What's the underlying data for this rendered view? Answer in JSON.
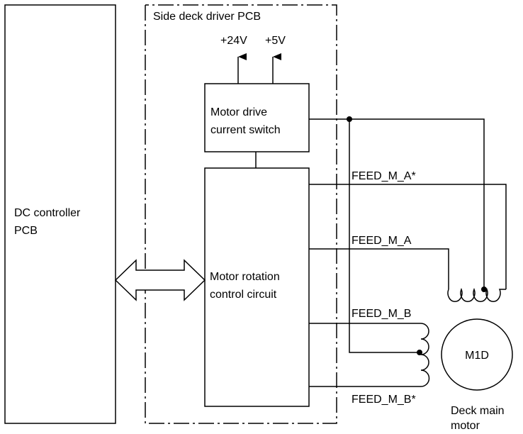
{
  "blocks": {
    "dc_controller": {
      "line1": "DC controller",
      "line2": "PCB"
    },
    "side_deck": {
      "title": "Side deck driver PCB"
    },
    "motor_drive": {
      "line1": "Motor drive",
      "line2": "current switch"
    },
    "motor_rotation": {
      "line1": "Motor rotation",
      "line2": "control circuit"
    },
    "motor": {
      "label": "M1D",
      "caption_line1": "Deck main",
      "caption_line2": "motor"
    }
  },
  "power": {
    "v24": "+24V",
    "v5": "+5V"
  },
  "signals": {
    "feed_m_a_star": "FEED_M_A*",
    "feed_m_a": "FEED_M_A",
    "feed_m_b": "FEED_M_B",
    "feed_m_b_star": "FEED_M_B*"
  }
}
